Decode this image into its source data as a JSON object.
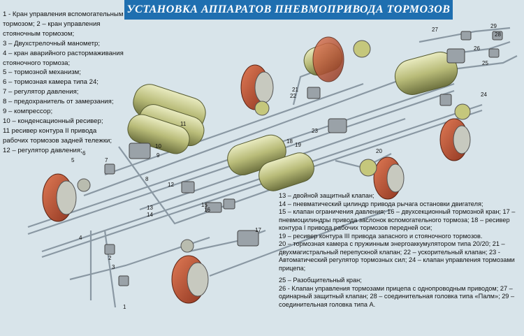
{
  "title": "УСТАНОВКА АППАРАТОВ ПНЕВМОПРИВОДА ТОРМОЗОВ",
  "legend_top": [
    "1 - Кран управления вспомогательным",
    "тормозом; 2 – кран управления",
    "стояночным тормозом;",
    "3 – Двухстрелочный манометр;",
    "4 – кран аварийного растормаживания",
    "стояночного тормоза;",
    "5 – тормозной механизм;",
    "6 – тормозная камера типа 24;",
    "7 – регулятор давления;",
    "8 – предохранитель от замерзания;",
    "9 – компрессор;",
    "10 – конденсационный ресивер;",
    "11 ресивер контура II привода",
    "рабочих тормозов задней тележки;",
    "12 – регулятор давления;"
  ],
  "legend_bottom": [
    "13 – двойной защитный клапан;",
    "14 – пневматический цилиндр привода рычага остановки двигателя;",
    "15 – клапан ограничения давления; 16 – двухсекционный тормозной кран; 17 –",
    "пневмоцилиндры привода заслонок вспомогательного тормоза; 18 – ресивер",
    "контура I привода рабочих тормозов передней оси;",
    "19 – ресивер контура III привода запасного и стояночного тормозов.",
    "20 – тормозная камера с пружинным энергоаккумулятором типа 20/20; 21 –",
    "двухмагистральный перепускной клапан; 22 – ускорительный клапан; 23 -",
    "Автоматический регулятор тормозных сил; 24 – клапан управления тормозами",
    "прицепа;",
    "",
    "25 – Разобщительный кран;",
    "26 - Клапан управления тормозами прицепа с однопроводным приводом; 27 –",
    "одинарный защитный клапан; 28 – соединительная головка типа «Палм»; 29 –",
    "соединительная головка типа А."
  ],
  "callouts": [
    "1",
    "2",
    "3",
    "4",
    "5",
    "6",
    "7",
    "8",
    "9",
    "10",
    "11",
    "12",
    "13",
    "14",
    "15",
    "16",
    "17",
    "18",
    "19",
    "20",
    "21",
    "22",
    "23",
    "24",
    "25",
    "26",
    "27",
    "28",
    "29"
  ],
  "colors": {
    "background": "#d8e4ea",
    "title_band": "#1f6fb0",
    "brake_drum": "#c8553a",
    "receiver": "#c9c98a",
    "pipe": "#8a98a3"
  }
}
